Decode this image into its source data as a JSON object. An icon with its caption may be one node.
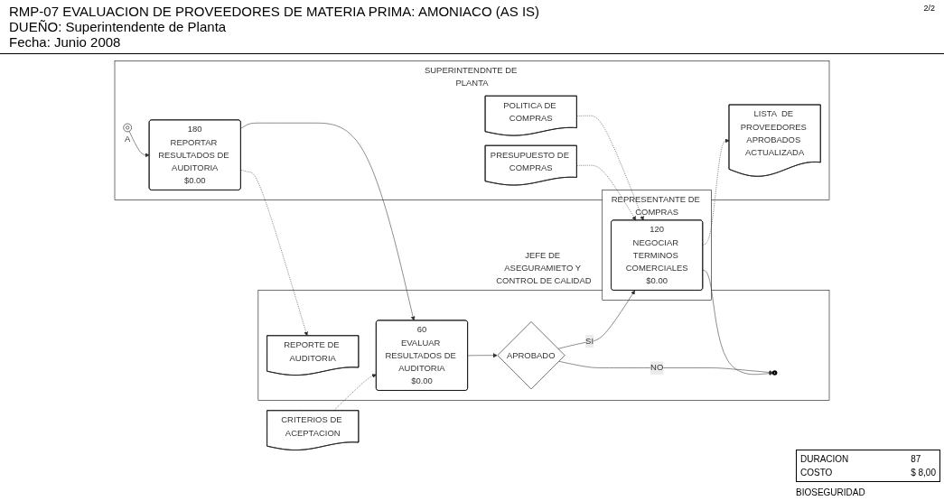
{
  "diagram": {
    "title": "RMP-07 EVALUACION DE PROVEEDORES DE MATERIA PRIMA: AMONIACO (AS IS)",
    "nodes": [
      {
        "text": [
          "REPRESENTANTE DE COMPRAS"
        ]
      },
      {
        "text": [
          "120",
          "NEGOCIAR TERMINOS COMERCIALES",
          "$0.00"
        ],
        "in": 0
      },
      {
        "text": [
          "SUPERINTENDNTE DE PLANTA"
        ]
      },
      {
        "text": [],
        "shape": "circle",
        "beside": [
          "A"
        ],
        "in": 2
      },
      {
        "text": [
          "180",
          "REPORTAR RESULTADOS DE AUDITORIA",
          "$0.00"
        ],
        "in": 2
      },
      {
        "text": [
          "POLITICA DE COMPRAS"
        ],
        "in": 2
      },
      {
        "text": [
          "LISTA  DE PROVEEDORES APROBADOS ACTUALIZADA"
        ],
        "in": 2
      },
      {
        "text": [
          "PRESUPUESTO DE COMPRAS"
        ],
        "in": 2
      },
      {
        "text": [
          "JEFE DE ASEGURAMIETO Y CONTROL DE CALIDAD"
        ]
      },
      {
        "text": [
          "REPORTE DE AUDITORIA"
        ],
        "in": 8
      },
      {
        "text": [
          "60",
          "EVALUAR RESULTADOS DE AUDITORIA",
          "$0.00"
        ],
        "in": 8
      },
      {
        "text": [
          "APROBADO"
        ],
        "in": 8
      },
      {
        "text": [],
        "shape": "circle",
        "in": 8
      },
      {
        "text": [
          "CRITERIOS DE ACEPTACION"
        ]
      }
    ],
    "edges": [
      {
        "from": 3,
        "to": 4,
        "arrow": "to"
      },
      {
        "from": 4,
        "to": 10,
        "arrow": "to"
      },
      {
        "from": 10,
        "to": 11,
        "arrow": "to"
      },
      {
        "from": 11,
        "to": 1,
        "arrow": "to",
        "label": "SI"
      },
      {
        "from": 11,
        "to": 12,
        "arrow": "to",
        "label": "NO"
      },
      {
        "from": 1,
        "to": 12,
        "arrow": "to"
      },
      {
        "from": 4,
        "to": 9,
        "arrow": "to",
        "style": "dashed"
      },
      {
        "from": 13,
        "to": 10,
        "arrow": "to",
        "style": "dashed"
      },
      {
        "from": 5,
        "to": 1,
        "arrow": "to",
        "style": "dashed"
      },
      {
        "from": 7,
        "to": 1,
        "arrow": "to",
        "style": "dashed"
      },
      {
        "from": 1,
        "to": 6,
        "arrow": "to",
        "style": "dashed"
      }
    ],
    "labels": [
      "2/2",
      "DUEÑO: Superintendente de Planta",
      "Fecha: Junio 2008",
      "DURACION",
      "87",
      "COSTO",
      "$ 8,00",
      "BIOSEGURIDAD"
    ]
  }
}
